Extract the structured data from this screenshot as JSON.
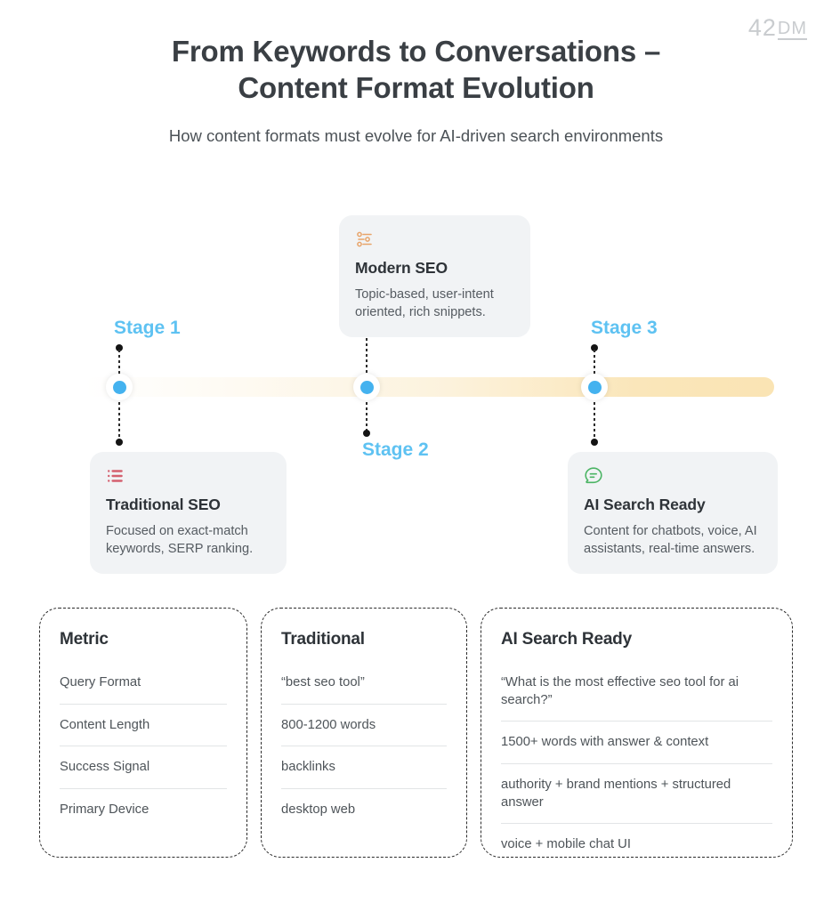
{
  "logo": {
    "part1": "42",
    "part2": "DM"
  },
  "header": {
    "title": "From Keywords to Conversations – Content Format Evolution",
    "title_line1": "From Keywords to Conversations –",
    "title_line2": "Content Format Evolution",
    "subtitle": "How content formats must evolve for AI-driven search environments"
  },
  "colors": {
    "stage_blue": "#5ec2f2",
    "node_blue": "#44b2ef",
    "timeline_cream": "#fae4b4",
    "icon_orange": "#e8a46a",
    "icon_rose": "#d4606f",
    "icon_green": "#4bb464",
    "card_bg": "#f1f3f5",
    "heading": "#2e3338"
  },
  "timeline": {
    "stages": [
      {
        "label": "Stage 1",
        "position": "above"
      },
      {
        "label": "Stage 2",
        "position": "below"
      },
      {
        "label": "Stage 3",
        "position": "above"
      }
    ],
    "cards": [
      {
        "id": "modern",
        "icon": "sliders-icon",
        "title": "Modern SEO",
        "description": "Topic-based, user-intent oriented, rich snippets."
      },
      {
        "id": "traditional",
        "icon": "list-icon",
        "title": "Traditional SEO",
        "description": "Focused on exact-match keywords, SERP ranking."
      },
      {
        "id": "ai",
        "icon": "chat-bubble-icon",
        "title": "AI Search Ready",
        "description": "Content for chatbots, voice, AI assistants, real-time answers."
      }
    ]
  },
  "comparison": {
    "columns": [
      {
        "header": "Metric",
        "cells": [
          "Query Format",
          "Content Length",
          "Success Signal",
          "Primary Device"
        ]
      },
      {
        "header": "Traditional",
        "cells": [
          "“best seo tool”",
          "800-1200 words",
          "backlinks",
          "desktop web"
        ]
      },
      {
        "header": "AI Search Ready",
        "cells": [
          "“What is the most effective seo tool for ai search?”",
          "1500+ words with answer & context",
          "authority + brand mentions + structured answer",
          "voice + mobile chat UI"
        ]
      }
    ]
  }
}
